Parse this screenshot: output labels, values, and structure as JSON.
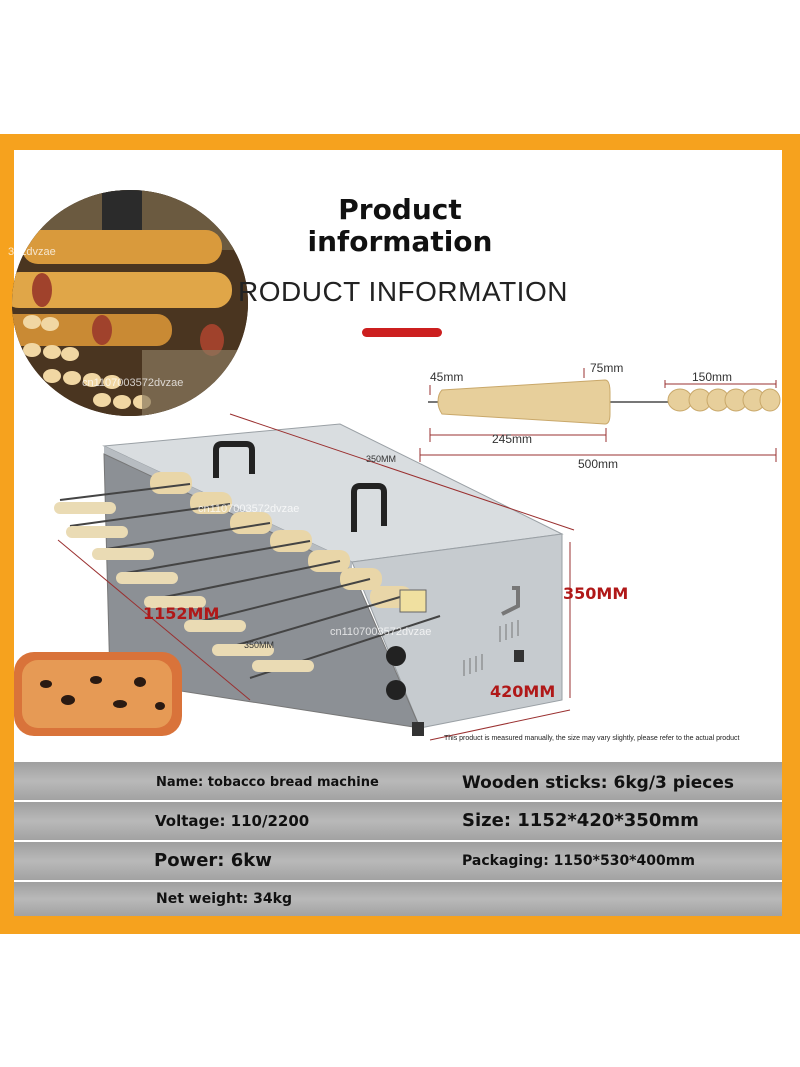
{
  "header": {
    "title_line1": "Product",
    "title_line2": "information",
    "subtitle": "RODUCT INFORMATION"
  },
  "colors": {
    "frame": "#f6a21e",
    "accent": "#cc1f1f",
    "band": "#aaaaaa"
  },
  "stick_dimensions": {
    "tip": "45mm",
    "thick_end": "75mm",
    "handle": "150mm",
    "body": "245mm",
    "total": "500mm"
  },
  "machine_dimensions": {
    "top_length": "350MM",
    "length": "1152MM",
    "width": "420MM",
    "height": "350MM",
    "lower_length": "350MM"
  },
  "note": "This product is measured manually, the size may vary slightly, please refer to the actual product",
  "watermark": "cn1107003572dvzae",
  "specs": {
    "name": "Name: tobacco bread machine",
    "wooden_sticks": "Wooden sticks: 6kg/3 pieces",
    "voltage": "Voltage: 110/2200",
    "size": "Size: 1152*420*350mm",
    "power": "Power: 6kw",
    "packaging": "Packaging: 1150*530*400mm",
    "net_weight": "Net weight: 34kg"
  }
}
